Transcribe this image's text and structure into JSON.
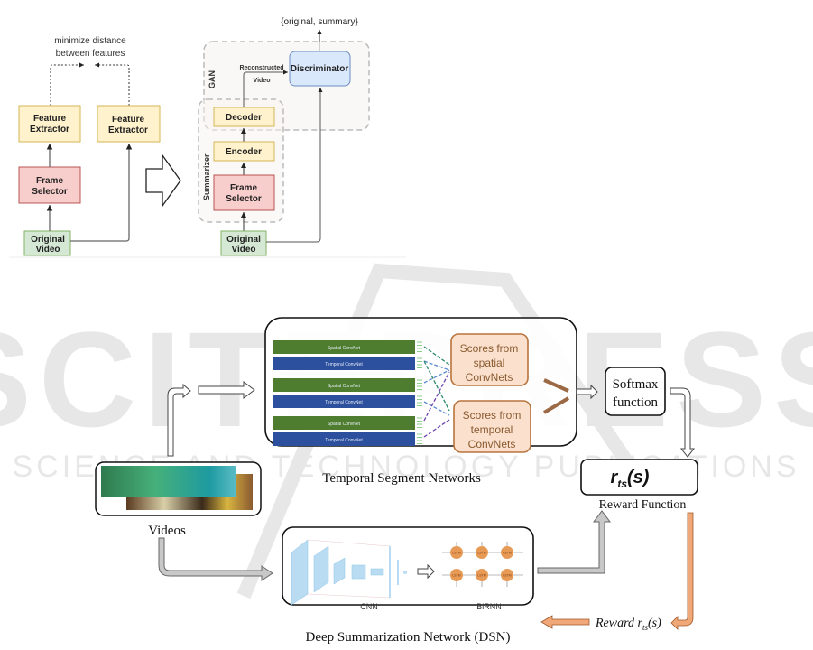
{
  "top_diagram": {
    "left": {
      "annotation_line1": "minimize distance",
      "annotation_line2": "between features",
      "feature_extractor_1": [
        "Feature",
        "Extractor"
      ],
      "feature_extractor_2": [
        "Feature",
        "Extractor"
      ],
      "frame_selector": [
        "Frame",
        "Selector"
      ],
      "original_video": [
        "Original",
        "Video"
      ]
    },
    "right": {
      "output_label": "{original, summary}",
      "gan_label": "GAN",
      "summarizer_label": "Summarizer",
      "discriminator": "Discriminator",
      "reconstructed_line1": "Reconstructed",
      "reconstructed_line2": "Video",
      "decoder": "Decoder",
      "encoder": "Encoder",
      "frame_selector": [
        "Frame",
        "Selector"
      ],
      "original_video": [
        "Original",
        "Video"
      ]
    }
  },
  "bottom_diagram": {
    "tsn": {
      "caption": "Temporal Segment Networks",
      "convnets": [
        "Spatial ConvNet",
        "Temporal ConvNet",
        "Spatial ConvNet",
        "Temporal ConvNet",
        "Spatial ConvNet",
        "Temporal ConvNet"
      ],
      "scores_spatial": [
        "Scores from",
        "spatial",
        "ConvNets"
      ],
      "scores_temporal": [
        "Scores from",
        "temporal",
        "ConvNets"
      ]
    },
    "softmax": [
      "Softmax",
      "function"
    ],
    "reward": {
      "formula_main": "r",
      "formula_sub": "ts",
      "formula_arg": "(s)",
      "caption": "Reward Function",
      "feedback_label": "Reward r",
      "feedback_sub": "ts",
      "feedback_arg": "(s)"
    },
    "videos_caption": "Videos",
    "dsn": {
      "caption": "Deep Summarization Network (DSN)",
      "cnn_label": "CNN",
      "birnn_label": "BiRNN",
      "lstm_label": "LSTM"
    }
  },
  "watermark": {
    "main": "SCITEPRESS",
    "sub": "SCIENCE AND TECHNOLOGY PUBLICATIONS"
  },
  "colors": {
    "feature_fill": "#fff2cc",
    "feature_stroke": "#d6b656",
    "selector_fill": "#f8cecc",
    "selector_stroke": "#b85450",
    "video_fill": "#d5e8d4",
    "video_stroke": "#82b366",
    "disc_fill": "#dae8fc",
    "disc_stroke": "#6c8ebf",
    "spatial": "#4e7d2f",
    "temporal": "#2c4f9e",
    "score_fill": "#fbe1cd",
    "score_stroke": "#b8733d",
    "lstm": "#e79a55",
    "cnn": "#b9dcf2"
  }
}
